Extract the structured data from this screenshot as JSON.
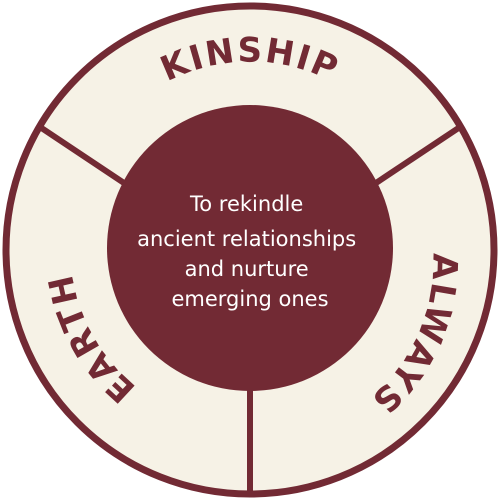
{
  "diagram": {
    "segments": [
      {
        "label": "KINSHIP"
      },
      {
        "label": "ALWAYS"
      },
      {
        "label": "EARTH"
      }
    ],
    "center": {
      "lines": [
        "To rekindle",
        "ancient relationships",
        "and nurture",
        "emerging ones"
      ]
    }
  },
  "colors": {
    "maroon": "#722a34",
    "cream": "#f6f2e6",
    "center_text": "#ffffff"
  }
}
